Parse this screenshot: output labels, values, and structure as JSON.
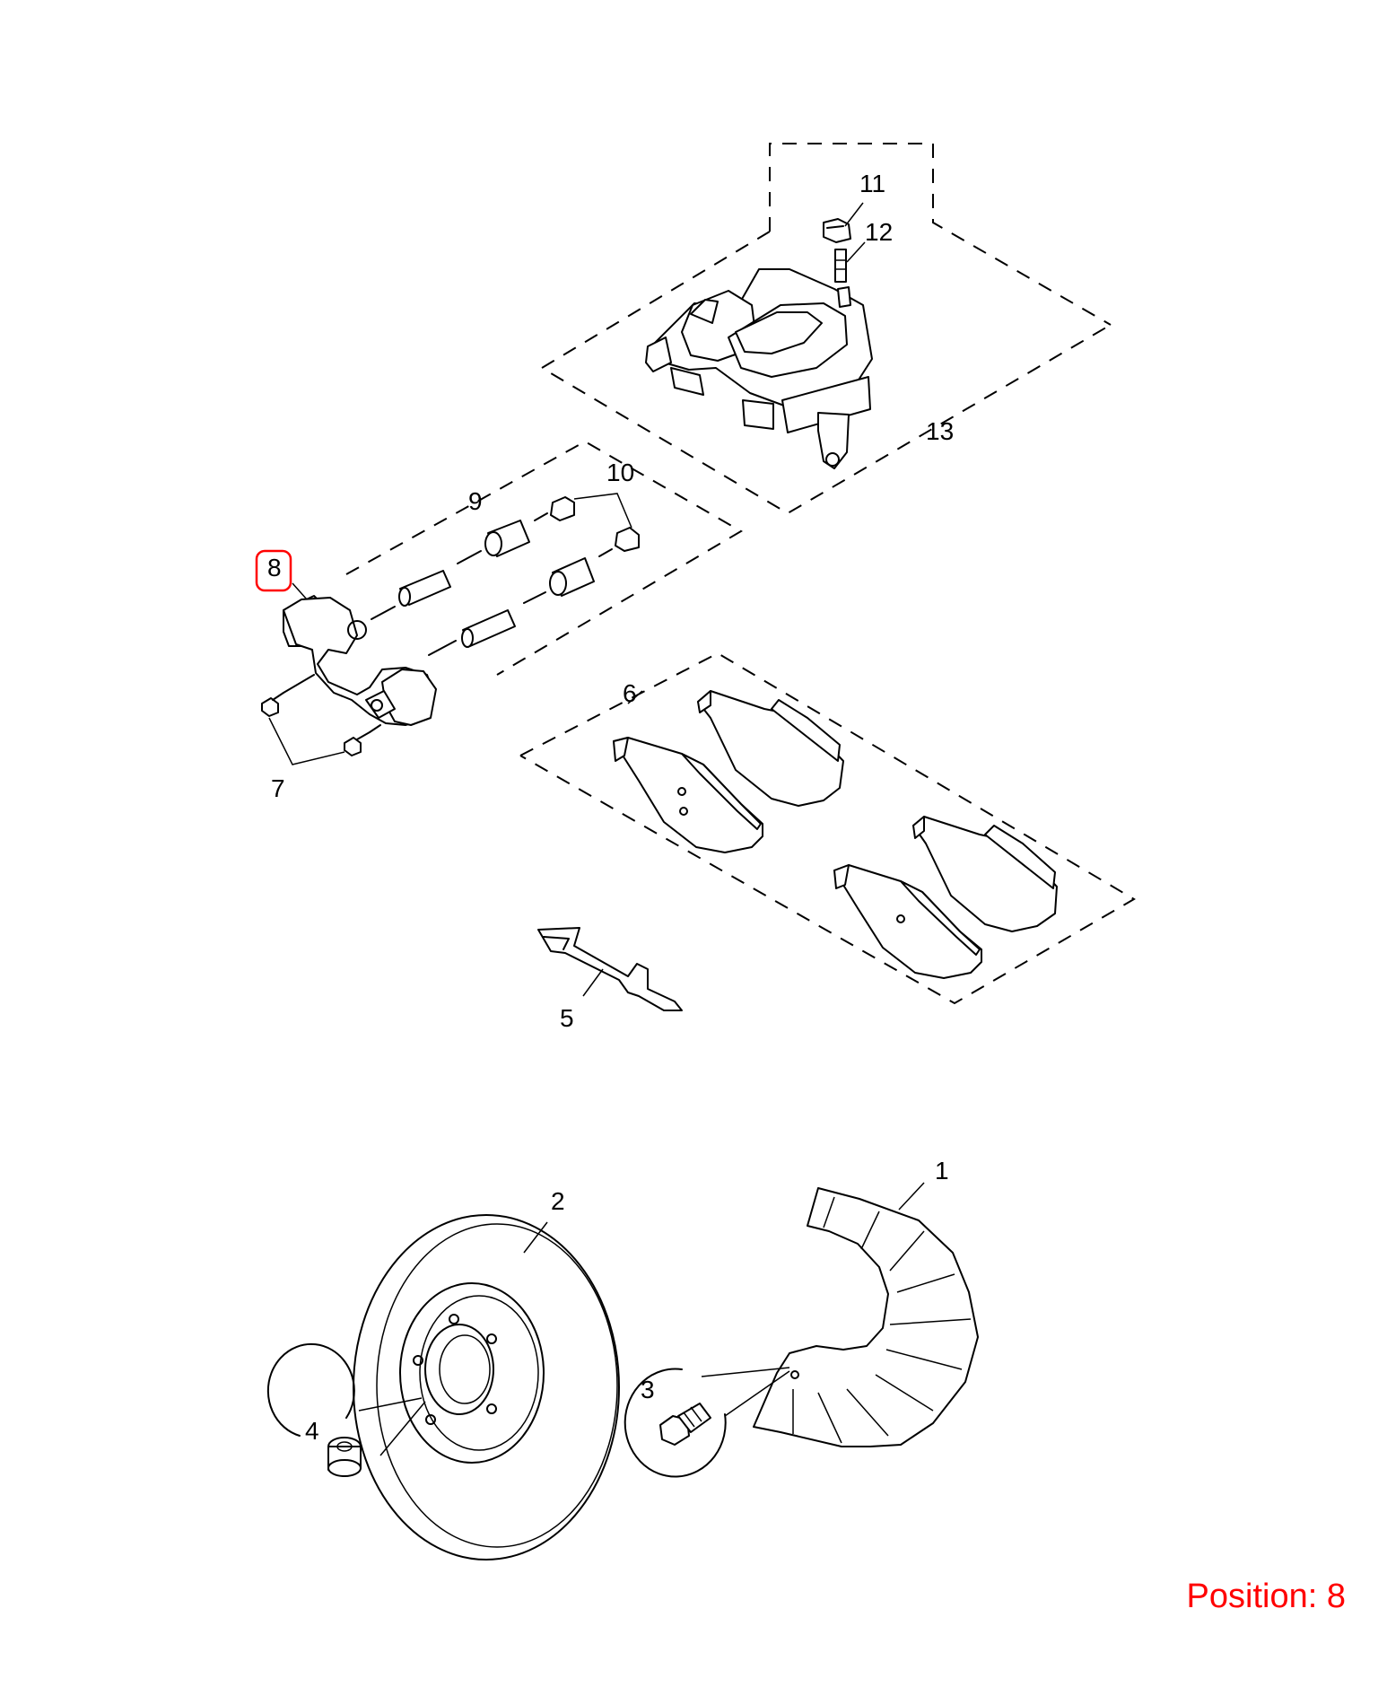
{
  "callouts": {
    "c1": "1",
    "c2": "2",
    "c3": "3",
    "c4": "4",
    "c5": "5",
    "c6": "6",
    "c7": "7",
    "c8": "8",
    "c9": "9",
    "c10": "10",
    "c11": "11",
    "c12": "12",
    "c13": "13"
  },
  "highlighted_callout": "8",
  "position_label": "Position: 8",
  "colors": {
    "highlight": "#ff0000",
    "lines": "#000000",
    "background": "#ffffff"
  }
}
